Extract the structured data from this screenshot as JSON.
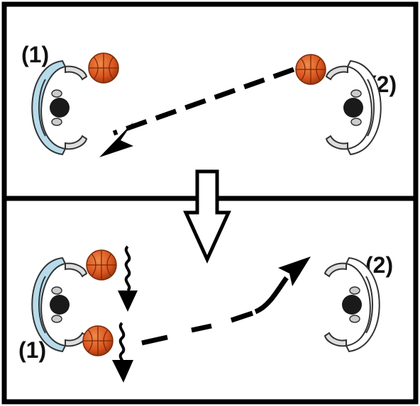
{
  "labels": {
    "top_player_left": "(1)",
    "top_player_right": "(2)",
    "bottom_player_left": "(1)",
    "bottom_player_right": "(2)"
  },
  "colors": {
    "ball": "#d9531e",
    "ball_seam": "#7a2a08",
    "jersey": "#b7dbeb",
    "head": "#1a1a1a",
    "line": "#000000"
  },
  "icons": [
    "basketball-icon",
    "player-icon",
    "pass-arrow-icon",
    "dribble-icon",
    "transition-arrow-icon"
  ]
}
